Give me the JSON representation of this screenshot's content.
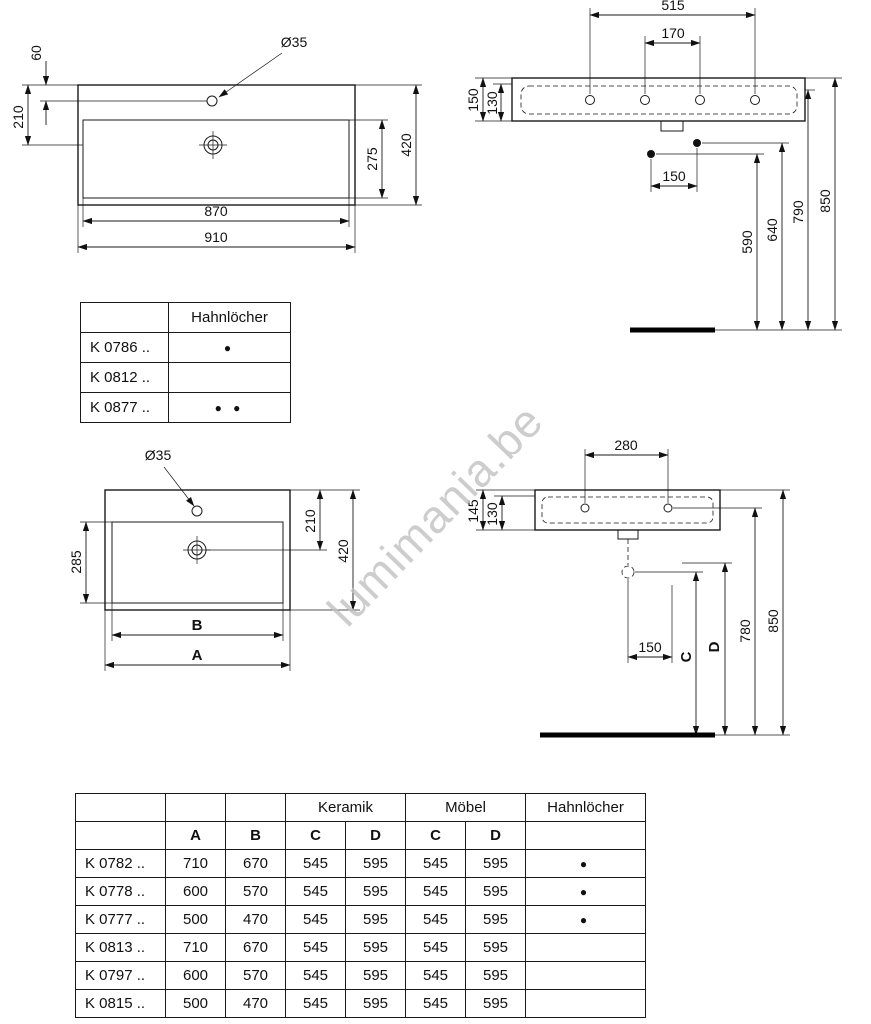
{
  "watermark": "lumimania.be",
  "drawing_front_large": {
    "hole": "Ø35",
    "dims": {
      "d60": "60",
      "d210": "210",
      "d275": "275",
      "d420": "420",
      "d870": "870",
      "d910": "910"
    }
  },
  "drawing_side_large": {
    "dims": {
      "d515": "515",
      "d170": "170",
      "d150h": "150",
      "d130": "130",
      "d150f": "150",
      "d590": "590",
      "d640": "640",
      "d790": "790",
      "d850": "850"
    }
  },
  "hole_table": {
    "header": "Hahnlöcher",
    "rows": [
      {
        "code": "K 0786 ..",
        "holes": "●"
      },
      {
        "code": "K 0812 ..",
        "holes": ""
      },
      {
        "code": "K 0877 ..",
        "holes": "● ●"
      }
    ]
  },
  "drawing_front_small": {
    "hole": "Ø35",
    "dims": {
      "d285": "285",
      "d210": "210",
      "d420": "420",
      "dB": "B",
      "dA": "A"
    }
  },
  "drawing_side_small": {
    "dims": {
      "d280": "280",
      "d145": "145",
      "d130": "130",
      "d150": "150",
      "dC": "C",
      "dD": "D",
      "d780": "780",
      "d850": "850"
    }
  },
  "spec_table": {
    "group_headers": {
      "keramik": "Keramik",
      "moebel": "Möbel",
      "hahnloecher": "Hahnlöcher"
    },
    "col_headers": {
      "a": "A",
      "b": "B",
      "c1": "C",
      "d1": "D",
      "c2": "C",
      "d2": "D"
    },
    "rows": [
      {
        "code": "K 0782 ..",
        "a": "710",
        "b": "670",
        "kc": "545",
        "kd": "595",
        "mc": "545",
        "md": "595",
        "holes": "●"
      },
      {
        "code": "K 0778 ..",
        "a": "600",
        "b": "570",
        "kc": "545",
        "kd": "595",
        "mc": "545",
        "md": "595",
        "holes": "●"
      },
      {
        "code": "K 0777 ..",
        "a": "500",
        "b": "470",
        "kc": "545",
        "kd": "595",
        "mc": "545",
        "md": "595",
        "holes": "●"
      },
      {
        "code": "K 0813 ..",
        "a": "710",
        "b": "670",
        "kc": "545",
        "kd": "595",
        "mc": "545",
        "md": "595",
        "holes": ""
      },
      {
        "code": "K 0797 ..",
        "a": "600",
        "b": "570",
        "kc": "545",
        "kd": "595",
        "mc": "545",
        "md": "595",
        "holes": ""
      },
      {
        "code": "K 0815 ..",
        "a": "500",
        "b": "470",
        "kc": "545",
        "kd": "595",
        "mc": "545",
        "md": "595",
        "holes": ""
      }
    ]
  }
}
